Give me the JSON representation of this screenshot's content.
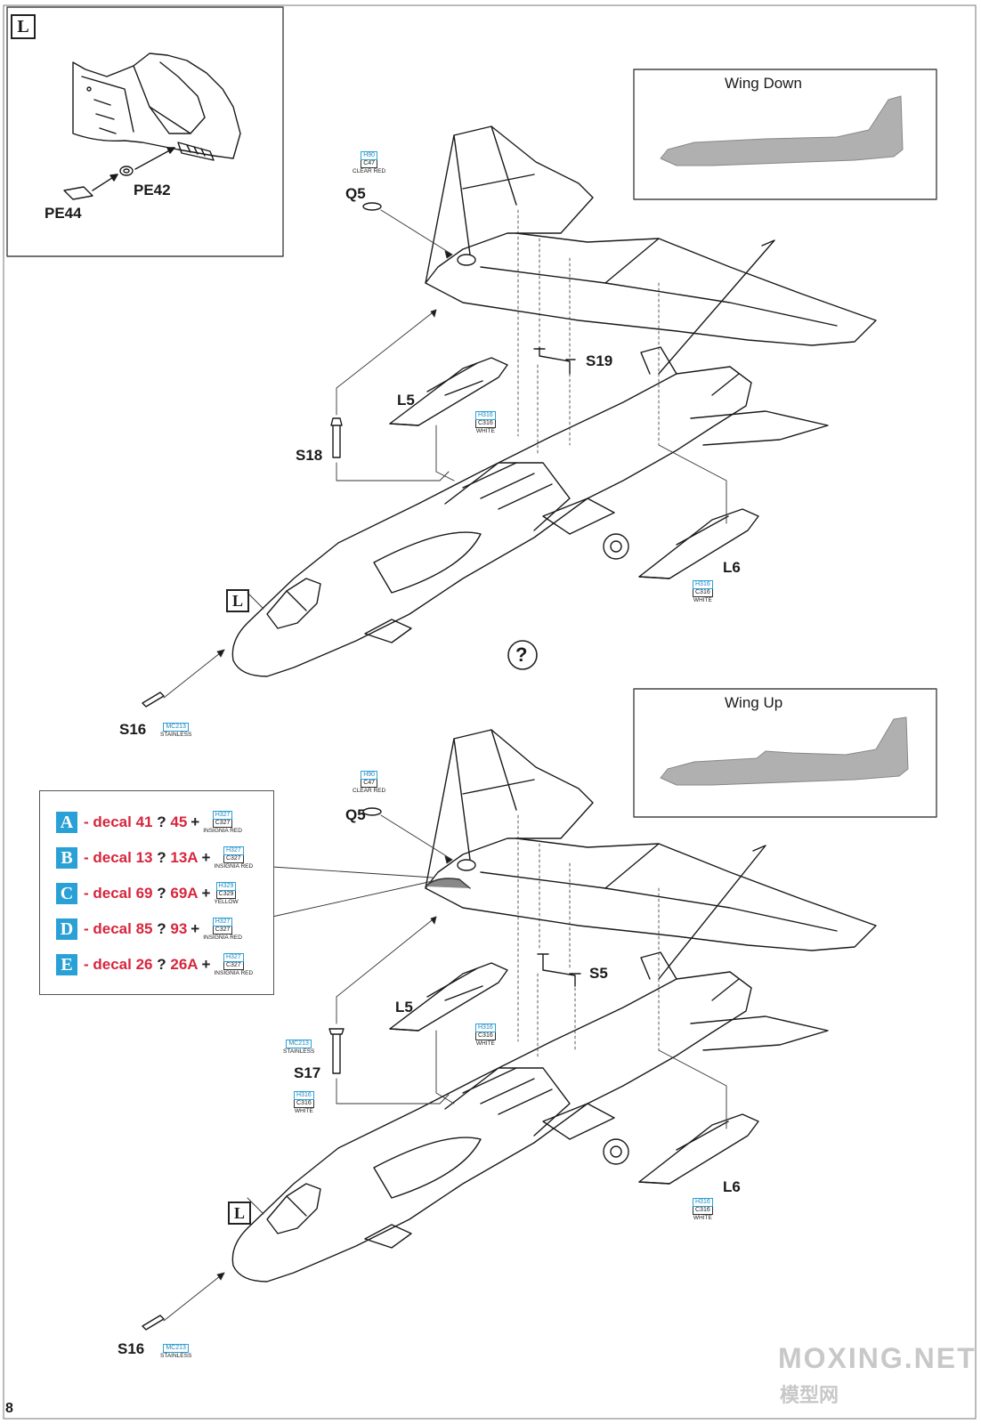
{
  "step": {
    "label": "L",
    "page_number": "8"
  },
  "inset_detail": {
    "parts": [
      "PE42",
      "PE44"
    ]
  },
  "view_top": {
    "inset_title": "Wing Down",
    "parts": {
      "q5": "Q5",
      "s19": "S19",
      "l5": "L5",
      "s18": "S18",
      "l6": "L6",
      "s16": "S16"
    },
    "ref_label": "L",
    "paints": {
      "q5": {
        "h": "H90",
        "c": "C47",
        "name": "CLEAR RED"
      },
      "l5": {
        "h": "H316",
        "c": "C316",
        "name": "WHITE"
      },
      "l6": {
        "h": "H316",
        "c": "C316",
        "name": "WHITE"
      },
      "s16": {
        "mc": "MC213",
        "name": "STAINLESS"
      }
    },
    "question_mark": "?"
  },
  "view_bottom": {
    "inset_title": "Wing Up",
    "parts": {
      "q5": "Q5",
      "s5": "S5",
      "l5": "L5",
      "s17": "S17",
      "l6": "L6",
      "s16": "S16"
    },
    "ref_label": "L",
    "paints": {
      "q5": {
        "h": "H90",
        "c": "C47",
        "name": "CLEAR RED"
      },
      "l5": {
        "h": "H316",
        "c": "C316",
        "name": "WHITE"
      },
      "s17_top": {
        "mc": "MC213",
        "name": "STAINLESS"
      },
      "s17_bottom": {
        "h": "H316",
        "c": "C316",
        "name": "WHITE"
      },
      "l6": {
        "h": "H316",
        "c": "C316",
        "name": "WHITE"
      },
      "s16": {
        "mc": "MC213",
        "name": "STAINLESS"
      }
    }
  },
  "legend": {
    "rows": [
      {
        "letter": "A",
        "prefix": "- decal 41",
        "q": "?",
        "alt": "45",
        "plus": "+",
        "h": "H327",
        "c": "C327",
        "name": "INSIGNIA RED"
      },
      {
        "letter": "B",
        "prefix": "- decal 13",
        "q": "?",
        "alt": "13A",
        "plus": "+",
        "h": "H327",
        "c": "C327",
        "name": "INSIGNIA RED"
      },
      {
        "letter": "C",
        "prefix": "- decal 69",
        "q": "?",
        "alt": "69A",
        "plus": "+",
        "h": "H329",
        "c": "C329",
        "name": "YELLOW"
      },
      {
        "letter": "D",
        "prefix": "- decal 85",
        "q": "?",
        "alt": "93",
        "plus": "+",
        "h": "H327",
        "c": "C327",
        "name": "INSIGNIA RED"
      },
      {
        "letter": "E",
        "prefix": "- decal 26",
        "q": "?",
        "alt": "26A",
        "plus": "+",
        "h": "H327",
        "c": "C327",
        "name": "INSIGNIA RED"
      }
    ],
    "colors": {
      "letter_bg": "#2aa1d6",
      "decal_text": "#d7263d"
    }
  },
  "watermark": {
    "latin": "MOXING.NET",
    "cjk": "模型网"
  }
}
